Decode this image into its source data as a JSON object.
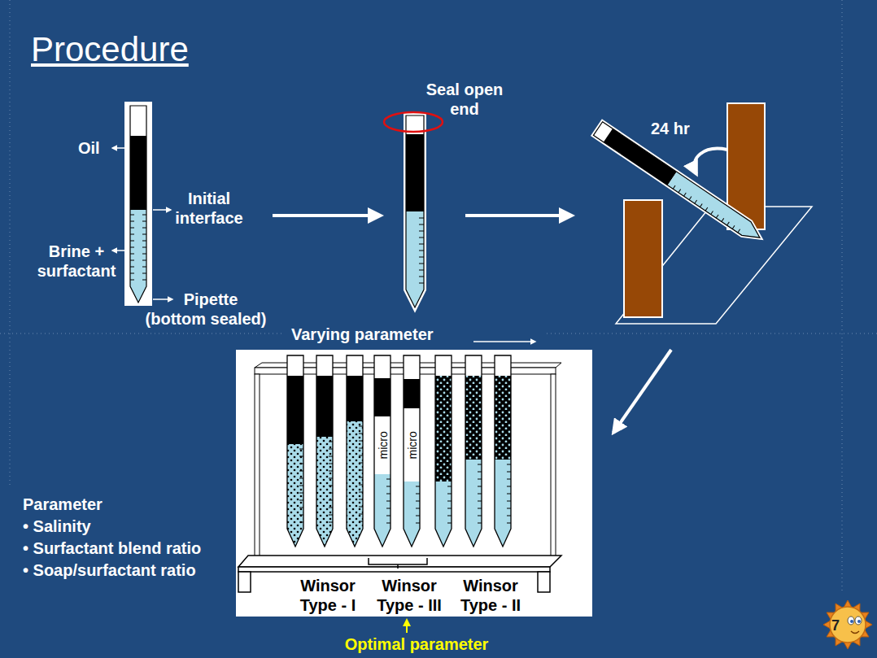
{
  "diagram": {
    "title": "Procedure",
    "nodes": [
      {
        "text": [
          "Winsor Type - I",
          "Winsor Type - III",
          "Winsor Type - II"
        ]
      },
      {
        "text": [
          "micro"
        ],
        "in": 0
      },
      {
        "text": [
          "micro"
        ],
        "in": 0
      }
    ],
    "labels": [
      "Oil",
      "Initial interface",
      "Brine + surfactant",
      "Pipette (bottom sealed)",
      "Seal open end",
      "24 hr",
      "Varying parameter",
      "Parameter",
      "• Salinity",
      "• Surfactant blend ratio",
      "• Soap/surfactant ratio",
      "Optimal parameter",
      "7"
    ]
  }
}
